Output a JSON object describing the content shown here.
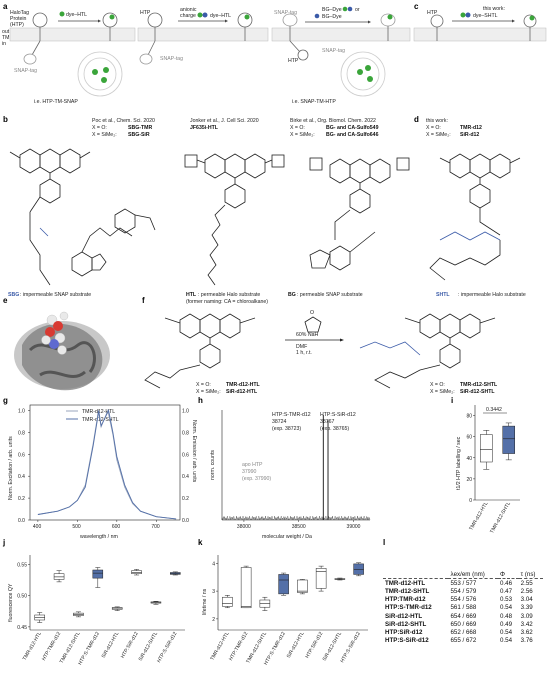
{
  "panel_labels": [
    "a",
    "b",
    "c",
    "d",
    "e",
    "f",
    "g",
    "h",
    "i",
    "j",
    "k",
    "l"
  ],
  "panel_a": {
    "htp_label": "HaloTag\nProtein\n(HTP)",
    "dye_htl": "dye–HTL",
    "out": "out",
    "tm": "TM",
    "in": "in",
    "snap_tag": "SNAP-tag",
    "caption": "i.e. HTP-TM-SNAP",
    "htp2": "HTP",
    "anionic": "anionic",
    "charge": "charge",
    "dye_htl2": "dye–HTL",
    "snap_tag2": "SNAP-tag",
    "snap_tag3": "SNAP-tag",
    "bg_dye": "BG–Dye",
    "or": "or",
    "bg_dye2": "BG–Dye",
    "htp3": "HTP",
    "snap_tag4": "SNAP-tag",
    "caption2": "i.e. SNAP-TM-HTP"
  },
  "panel_c": {
    "htp": "HTP",
    "this_work": "this work:",
    "dye_shtl": "dye–SHTL"
  },
  "panel_b": {
    "ref1": "Poc et al., Chem. Sci. 2020",
    "ref1_o": "X = O:",
    "ref1_o_val": "SBG-TMR",
    "ref1_si": "X = SiMe₂:",
    "ref1_si_val": "SBG-SiR",
    "ref2": "Jonker et al., J. Cell Sci. 2020",
    "ref2_val": "JF635i-HTL",
    "ref3": "Birke et al., Org. Biomol. Chem. 2022",
    "ref3_o": "X = O:",
    "ref3_o_val": "BG- and CA-Sulfo549",
    "ref3_si": "X = SiMe₂:",
    "ref3_si_val": "BG- and CA-Sulfo646",
    "cap1_b": "SBG",
    "cap1": ": impermeable SNAP substrate",
    "cap2_b": "HTL",
    "cap2": ": permeable Halo substrate",
    "cap2b": "(former naming: CA = chloroalkane)",
    "cap3_b": "BG",
    "cap3": ": permeable SNAP substrate"
  },
  "panel_d": {
    "this_work": "this work:",
    "o": "X = O:",
    "o_val": "TMR-d12",
    "si": "X = SiMe₂:",
    "si_val": "SiR-d12",
    "cap_b": "SHTL",
    "cap": ": impermeable Halo substrate"
  },
  "panel_f": {
    "reagent1": "60% NaH",
    "reagent2": "DMF",
    "reagent3": "1 h, r.t.",
    "left_o": "X = O:",
    "left_o_val": "TMR-d12-HTL",
    "left_si": "X = SiMe₂:",
    "left_si_val": "SiR-d12-HTL",
    "right_o": "X = O:",
    "right_o_val": "TMR-d12-SHTL",
    "right_si": "X = SiMe₂:",
    "right_si_val": "SiR-d12-SHTL"
  },
  "panel_g": {
    "ylabel_left": "Norm. Excitation / arb. units",
    "ylabel_right": "Norm. Emission / arb. units",
    "xlabel": "wavelength / nm",
    "legend": [
      "TMR-d12-HTL",
      "TMR-d12-SHTL"
    ],
    "xticks": [
      "400",
      "500",
      "600",
      "700"
    ],
    "yticks": [
      "0.0",
      "0.2",
      "0.4",
      "0.6",
      "0.8",
      "1.0"
    ],
    "colors": {
      "htl": "#9aa6bd",
      "shtl": "#5470a8"
    }
  },
  "panel_h": {
    "ylabel": "norm. counts",
    "xlabel": "molecular weight / Da",
    "xticks": [
      "38000",
      "38500",
      "39000"
    ],
    "peak1_label": "HTP:S-TMR-d12",
    "peak1_val": "38724",
    "peak1_exp": "(exp. 38723)",
    "peak2_label": "HTP:S-SiR-d12",
    "peak2_val": "38767",
    "peak2_exp": "(exp. 38765)",
    "apo_label": "apo HTP",
    "apo_val": "37990",
    "apo_exp": "(exp. 37990)"
  },
  "panel_i": {
    "pvalue": "0.3442",
    "ylabel": "t1/2 HTP labelling / sec",
    "yticks": [
      "0",
      "20",
      "40",
      "60",
      "80"
    ],
    "categories": [
      "TMR-d12-HTL",
      "TMR-d12-SHTL"
    ]
  },
  "panel_j": {
    "ylabel": "fluorescence QY",
    "yticks": [
      "0.45",
      "0.50",
      "0.55"
    ],
    "categories": [
      "TMR-d12-HTL",
      "HTP:TMR-d12",
      "TMR-d12-SHTL",
      "HTP:S-TMR-d12",
      "SiR-d12-HTL",
      "HTP:SiR-d12",
      "SiR-d12-SHTL",
      "HTP:S-SiR-d12"
    ]
  },
  "panel_k": {
    "ylabel": "lifetime / ns",
    "yticks": [
      "2",
      "3",
      "4"
    ],
    "categories": [
      "TMR-d12-HTL",
      "HTP:TMR-d12",
      "TMR-d12-SHTL",
      "HTP:S-TMR-d12",
      "SiR-d12-HTL",
      "HTP:SiR-d12",
      "SiR-d12-SHTL",
      "HTP:S-SiR-d12"
    ]
  },
  "panel_l": {
    "headers": [
      "",
      "λex/em (nm)",
      "Φ",
      "τ (ns)"
    ],
    "rows": [
      [
        "TMR-d12-HTL",
        "553 / 577",
        "0.46",
        "2.55"
      ],
      [
        "TMR-d12-SHTL",
        "554 / 579",
        "0.47",
        "2.56"
      ],
      [
        "HTP:TMR-d12",
        "554 / 576",
        "0.53",
        "3.04"
      ],
      [
        "HTP:S-TMR-d12",
        "561 / 588",
        "0.54",
        "3.39"
      ],
      [
        "SiR-d12-HTL",
        "654 / 669",
        "0.48",
        "3.09"
      ],
      [
        "SiR-d12-SHTL",
        "650 / 669",
        "0.49",
        "3.42"
      ],
      [
        "HTP:SiR-d12",
        "652 / 668",
        "0.54",
        "3.62"
      ],
      [
        "HTP:S-SiR-d12",
        "655 / 672",
        "0.54",
        "3.76"
      ]
    ]
  },
  "chart_data": [
    {
      "type": "line",
      "title": "",
      "xlabel": "wavelength / nm",
      "ylabel": "Norm. Excitation / arb. units",
      "xlim": [
        380,
        760
      ],
      "ylim": [
        0,
        1.05
      ],
      "series": [
        {
          "name": "TMR-d12-HTL",
          "x": [
            400,
            450,
            480,
            500,
            520,
            540,
            550,
            553,
            560,
            577,
            590,
            600,
            620,
            640,
            660,
            700,
            750
          ],
          "y": [
            0.05,
            0.08,
            0.12,
            0.18,
            0.32,
            0.7,
            0.92,
            1.0,
            0.85,
            1.0,
            0.78,
            0.55,
            0.3,
            0.15,
            0.08,
            0.03,
            0.01
          ]
        },
        {
          "name": "TMR-d12-SHTL",
          "x": [
            400,
            450,
            480,
            500,
            520,
            540,
            550,
            554,
            560,
            579,
            590,
            600,
            620,
            640,
            660,
            700,
            750
          ],
          "y": [
            0.05,
            0.08,
            0.12,
            0.18,
            0.3,
            0.68,
            0.9,
            1.0,
            0.86,
            1.0,
            0.8,
            0.58,
            0.32,
            0.16,
            0.08,
            0.03,
            0.01
          ]
        }
      ]
    },
    {
      "type": "line",
      "xlabel": "molecular weight / Da",
      "ylabel": "norm. counts",
      "xlim": [
        37800,
        39150
      ],
      "series": [
        {
          "name": "HTP:S-TMR-d12",
          "x": [
            38724
          ],
          "y": [
            1.0
          ]
        },
        {
          "name": "HTP:S-SiR-d12",
          "x": [
            38767
          ],
          "y": [
            0.95
          ]
        },
        {
          "name": "apo HTP",
          "x": [
            37990
          ],
          "y": [
            0.0
          ]
        }
      ]
    },
    {
      "type": "box",
      "ylabel": "t1/2 HTP labelling / sec",
      "ylim": [
        0,
        90
      ],
      "categories": [
        "TMR-d12-HTL",
        "TMR-d12-SHTL"
      ],
      "boxes": [
        {
          "min": 29,
          "q1": 36,
          "median": 48,
          "q3": 62,
          "max": 66
        },
        {
          "min": 38,
          "q1": 44,
          "median": 58,
          "q3": 70,
          "max": 73
        }
      ]
    },
    {
      "type": "box",
      "ylabel": "fluorescence QY",
      "ylim": [
        0.445,
        0.565
      ],
      "categories": [
        "TMR-d12-HTL",
        "HTP:TMR-d12",
        "TMR-d12-SHTL",
        "HTP:S-TMR-d12",
        "SiR-d12-HTL",
        "HTP:SiR-d12",
        "SiR-d12-SHTL",
        "HTP:S-SiR-d12"
      ],
      "boxes": [
        {
          "min": 0.457,
          "q1": 0.461,
          "median": 0.465,
          "q3": 0.469,
          "max": 0.473
        },
        {
          "min": 0.522,
          "q1": 0.526,
          "median": 0.53,
          "q3": 0.535,
          "max": 0.54
        },
        {
          "min": 0.466,
          "q1": 0.468,
          "median": 0.47,
          "q3": 0.472,
          "max": 0.474
        },
        {
          "min": 0.513,
          "q1": 0.528,
          "median": 0.536,
          "q3": 0.541,
          "max": 0.545
        },
        {
          "min": 0.476,
          "q1": 0.478,
          "median": 0.48,
          "q3": 0.481,
          "max": 0.482
        },
        {
          "min": 0.533,
          "q1": 0.535,
          "median": 0.537,
          "q3": 0.54,
          "max": 0.542
        },
        {
          "min": 0.486,
          "q1": 0.488,
          "median": 0.489,
          "q3": 0.49,
          "max": 0.491
        },
        {
          "min": 0.533,
          "q1": 0.534,
          "median": 0.535,
          "q3": 0.537,
          "max": 0.538
        }
      ]
    },
    {
      "type": "box",
      "ylabel": "lifetime / ns",
      "ylim": [
        1.6,
        4.3
      ],
      "categories": [
        "TMR-d12-HTL",
        "HTP:TMR-d12",
        "TMR-d12-SHTL",
        "HTP:S-TMR-d12",
        "SiR-d12-HTL",
        "HTP:SiR-d12",
        "SiR-d12-SHTL",
        "HTP:S-SiR-d12"
      ],
      "boxes": [
        {
          "min": 2.4,
          "q1": 2.45,
          "median": 2.55,
          "q3": 2.78,
          "max": 2.85
        },
        {
          "min": 2.4,
          "q1": 2.4,
          "median": 2.45,
          "q3": 3.85,
          "max": 3.9
        },
        {
          "min": 2.3,
          "q1": 2.42,
          "median": 2.55,
          "q3": 2.68,
          "max": 2.78
        },
        {
          "min": 2.85,
          "q1": 2.9,
          "median": 3.4,
          "q3": 3.6,
          "max": 3.65
        },
        {
          "min": 2.9,
          "q1": 2.95,
          "median": 3.0,
          "q3": 3.4,
          "max": 3.42
        },
        {
          "min": 3.0,
          "q1": 3.1,
          "median": 3.7,
          "q3": 3.82,
          "max": 3.9
        },
        {
          "min": 3.4,
          "q1": 3.42,
          "median": 3.43,
          "q3": 3.45,
          "max": 3.47
        },
        {
          "min": 3.55,
          "q1": 3.6,
          "median": 3.78,
          "q3": 3.98,
          "max": 4.02
        }
      ]
    }
  ]
}
